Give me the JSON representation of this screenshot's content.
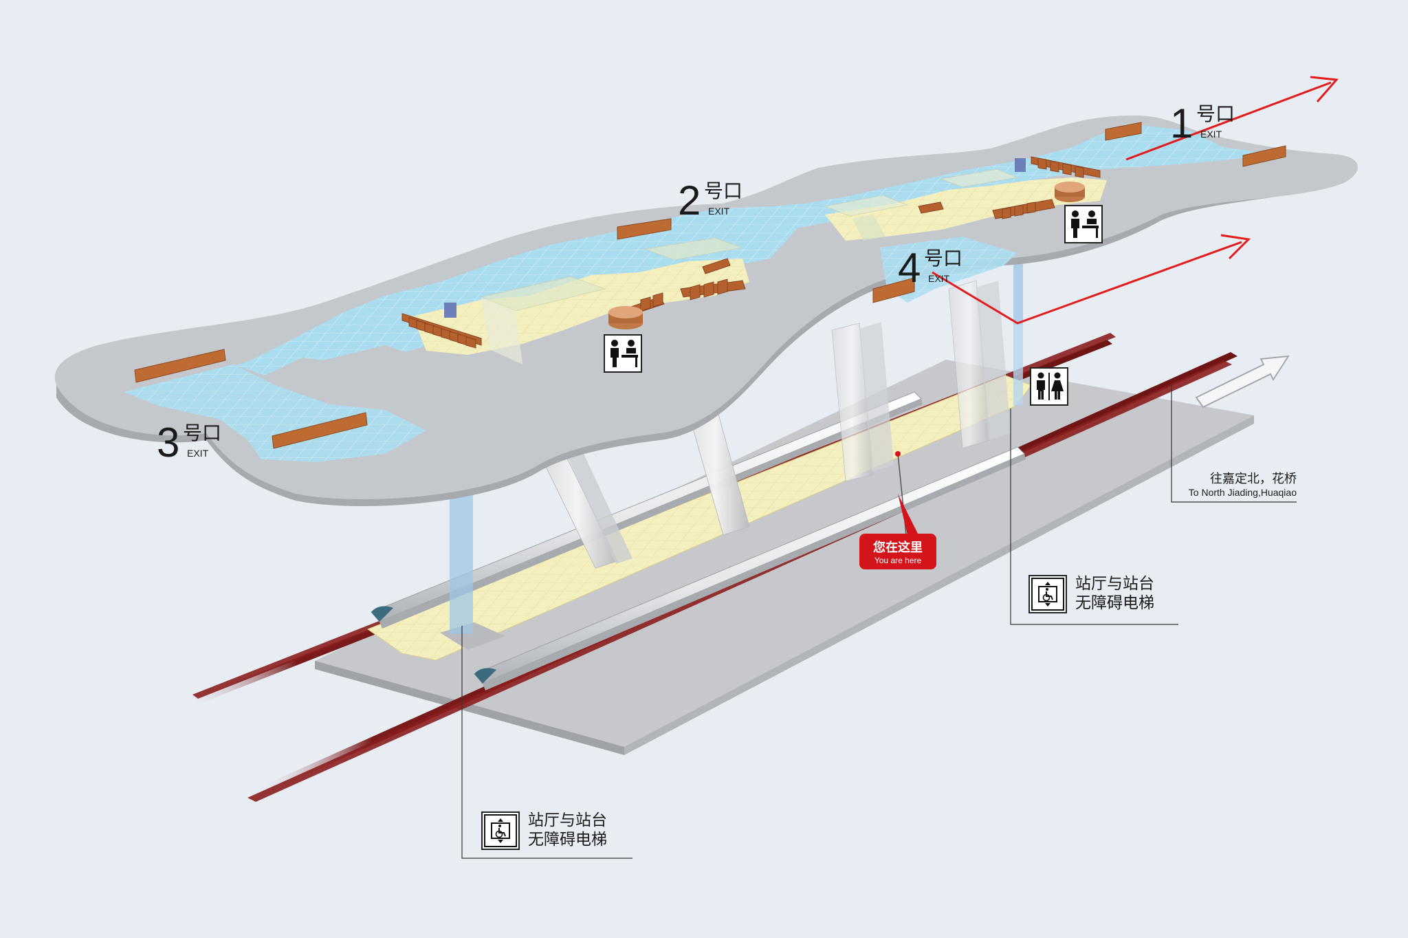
{
  "exits": [
    {
      "number": "1",
      "label": "号口",
      "sub": "EXIT"
    },
    {
      "number": "2",
      "label": "号口",
      "sub": "EXIT"
    },
    {
      "number": "3",
      "label": "号口",
      "sub": "EXIT"
    },
    {
      "number": "4",
      "label": "号口",
      "sub": "EXIT"
    }
  ],
  "you_are_here": {
    "cn": "您在这里",
    "en": "You are here"
  },
  "direction": {
    "cn": "往嘉定北，花桥",
    "en": "To North Jiading,Huaqiao"
  },
  "elevators": [
    {
      "line1": "站厅与站台",
      "line2": "无障碍电梯"
    },
    {
      "line1": "站厅与站台",
      "line2": "无障碍电梯"
    }
  ],
  "icons": [
    "ticket-service-icon",
    "restroom-icon",
    "accessible-elevator-icon",
    "exit-arrow-icon",
    "direction-arrow-icon"
  ],
  "colors": {
    "background": "#e8edf4",
    "slab": "#c4c7cb",
    "concourse_floor": "#a9ddf1",
    "paid_area": "#f4efbe",
    "track": "#7a1a1a",
    "exit_arrow": "#e41b1b",
    "marker": "#d4141b"
  }
}
